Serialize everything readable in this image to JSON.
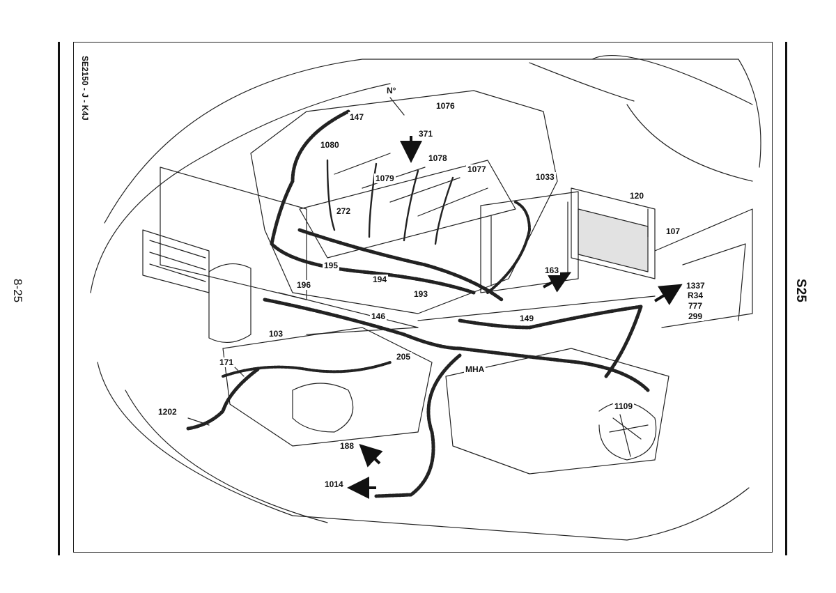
{
  "page": {
    "page_number": "8-25",
    "section_code": "S25",
    "diagram_reference": "SE2150 - J - K4J"
  },
  "labels": {
    "earth": "N°",
    "c147": "147",
    "c1076": "1076",
    "c371": "371",
    "c1080": "1080",
    "c1078": "1078",
    "c1077": "1077",
    "c1079": "1079",
    "c1033": "1033",
    "c120": "120",
    "c272": "272",
    "c107": "107",
    "c195": "195",
    "c163": "163",
    "c196": "196",
    "c194": "194",
    "c1337": "1337",
    "cR34": "R34",
    "c777": "777",
    "c299": "299",
    "c193": "193",
    "c146": "146",
    "c149": "149",
    "c103": "103",
    "c205": "205",
    "mha": "MHA",
    "c171": "171",
    "c1109": "1109",
    "c1202": "1202",
    "c188": "188",
    "c1014": "1014"
  }
}
